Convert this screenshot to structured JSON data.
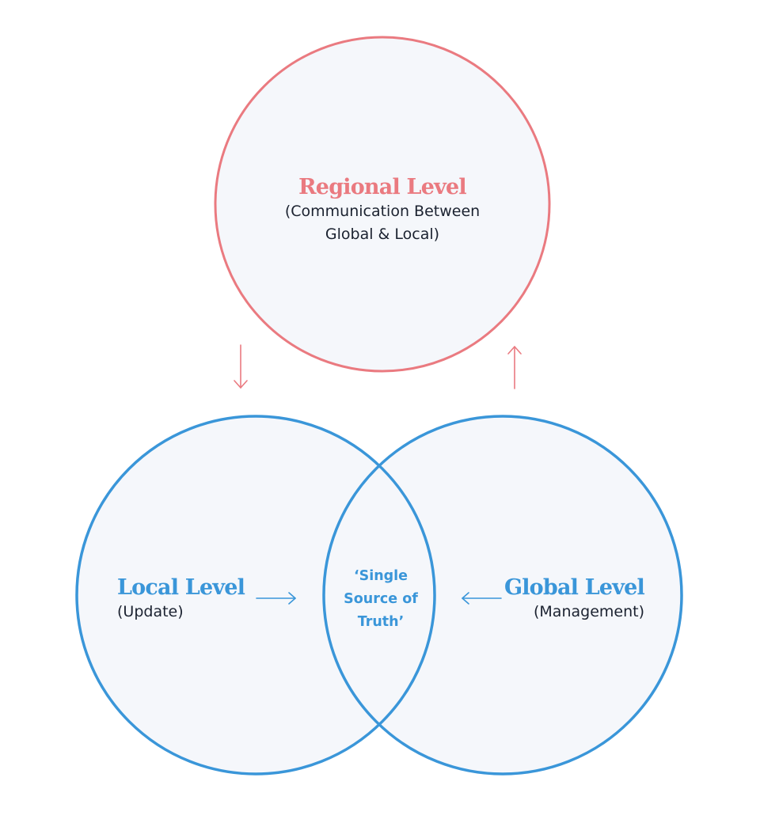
{
  "colors": {
    "regional": "#ea7a80",
    "blue": "#3a96d9",
    "fill": "#f5f7fb",
    "text": "#1b2230"
  },
  "regional": {
    "title": "Regional Level",
    "subtitle_line1": "(Communication Between",
    "subtitle_line2": "Global & Local)"
  },
  "local": {
    "title": "Local Level",
    "subtitle": "(Update)"
  },
  "global": {
    "title": "Global Level",
    "subtitle": "(Management)"
  },
  "intersection": {
    "line1": "‘Single",
    "line2": "Source of",
    "line3": "Truth’"
  },
  "arrows": {
    "regional_to_local": "down-arrow",
    "global_to_regional": "up-arrow",
    "local_to_center": "right-arrow",
    "global_to_center": "left-arrow"
  }
}
